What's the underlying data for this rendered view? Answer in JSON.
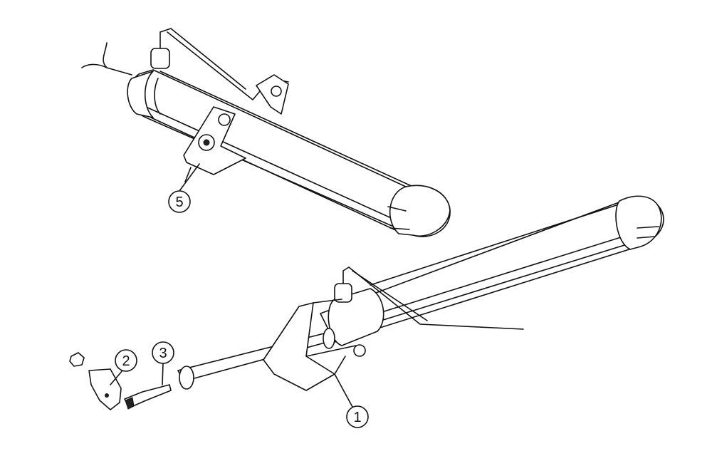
{
  "callouts": {
    "part_1": "1",
    "part_2": "2",
    "part_3": "3",
    "part_5": "5"
  }
}
